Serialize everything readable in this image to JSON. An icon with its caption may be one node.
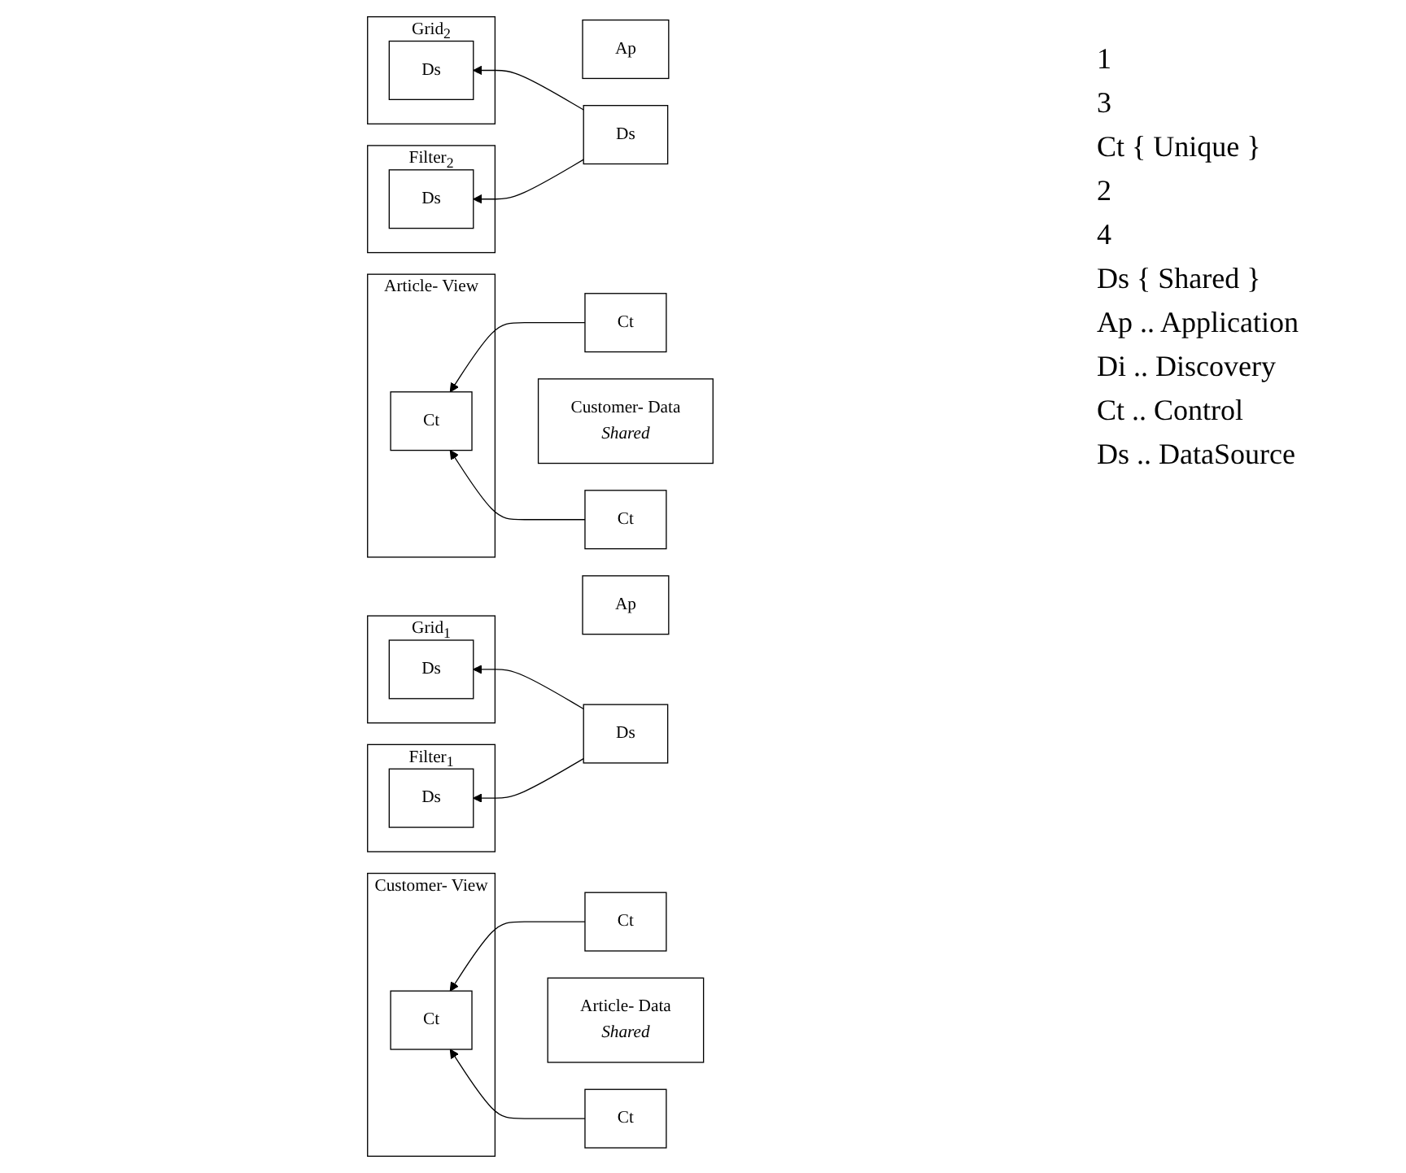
{
  "diagram": {
    "nodes": [
      {
        "text": [
          "Customer- View"
        ]
      },
      {
        "text": [
          "Ap"
        ]
      },
      {
        "text": [
          "Ct"
        ],
        "in": 0
      },
      {
        "text": [
          "Filter$_{1}$"
        ]
      },
      {
        "text": [
          "Ct"
        ]
      },
      {
        "text": [
          "Ds"
        ],
        "in": 3
      },
      {
        "text": [
          "Grid$_{1}$"
        ]
      },
      {
        "text": [
          "Ct"
        ]
      },
      {
        "text": [
          "Ds"
        ],
        "in": 6
      },
      {
        "text": [
          "Customer- Data",
          "Shared"
        ]
      },
      {
        "text": [
          "Ds"
        ]
      },
      {
        "text": [
          "Article- View"
        ]
      },
      {
        "text": [
          "Ap"
        ]
      },
      {
        "text": [
          "Ct"
        ],
        "in": 11
      },
      {
        "text": [
          "Filter$_{2}$"
        ]
      },
      {
        "text": [
          "Ct"
        ]
      },
      {
        "text": [
          "Ds"
        ],
        "in": 14
      },
      {
        "text": [
          "Grid$_{2}$"
        ]
      },
      {
        "text": [
          "Ct"
        ]
      },
      {
        "text": [
          "Ds"
        ],
        "in": 17
      },
      {
        "text": [
          "Article- Data",
          "Shared"
        ]
      },
      {
        "text": [
          "Ds"
        ]
      }
    ],
    "edges": [
      {
        "from": 4,
        "to": 2,
        "arrow": "to"
      },
      {
        "from": 7,
        "to": 2,
        "arrow": "to"
      },
      {
        "from": 10,
        "to": 5,
        "arrow": "to"
      },
      {
        "from": 10,
        "to": 8,
        "arrow": "to"
      },
      {
        "from": 15,
        "to": 13,
        "arrow": "to"
      },
      {
        "from": 18,
        "to": 13,
        "arrow": "to"
      },
      {
        "from": 21,
        "to": 16,
        "arrow": "to"
      },
      {
        "from": 21,
        "to": 19,
        "arrow": "to"
      }
    ],
    "labels": [
      "1",
      "3",
      "Ct { Unique }",
      "2",
      "4",
      "Ds { Shared }",
      "Ap .. Application",
      "Di .. Discovery",
      "Ct .. Control",
      "Ds .. DataSource"
    ]
  }
}
